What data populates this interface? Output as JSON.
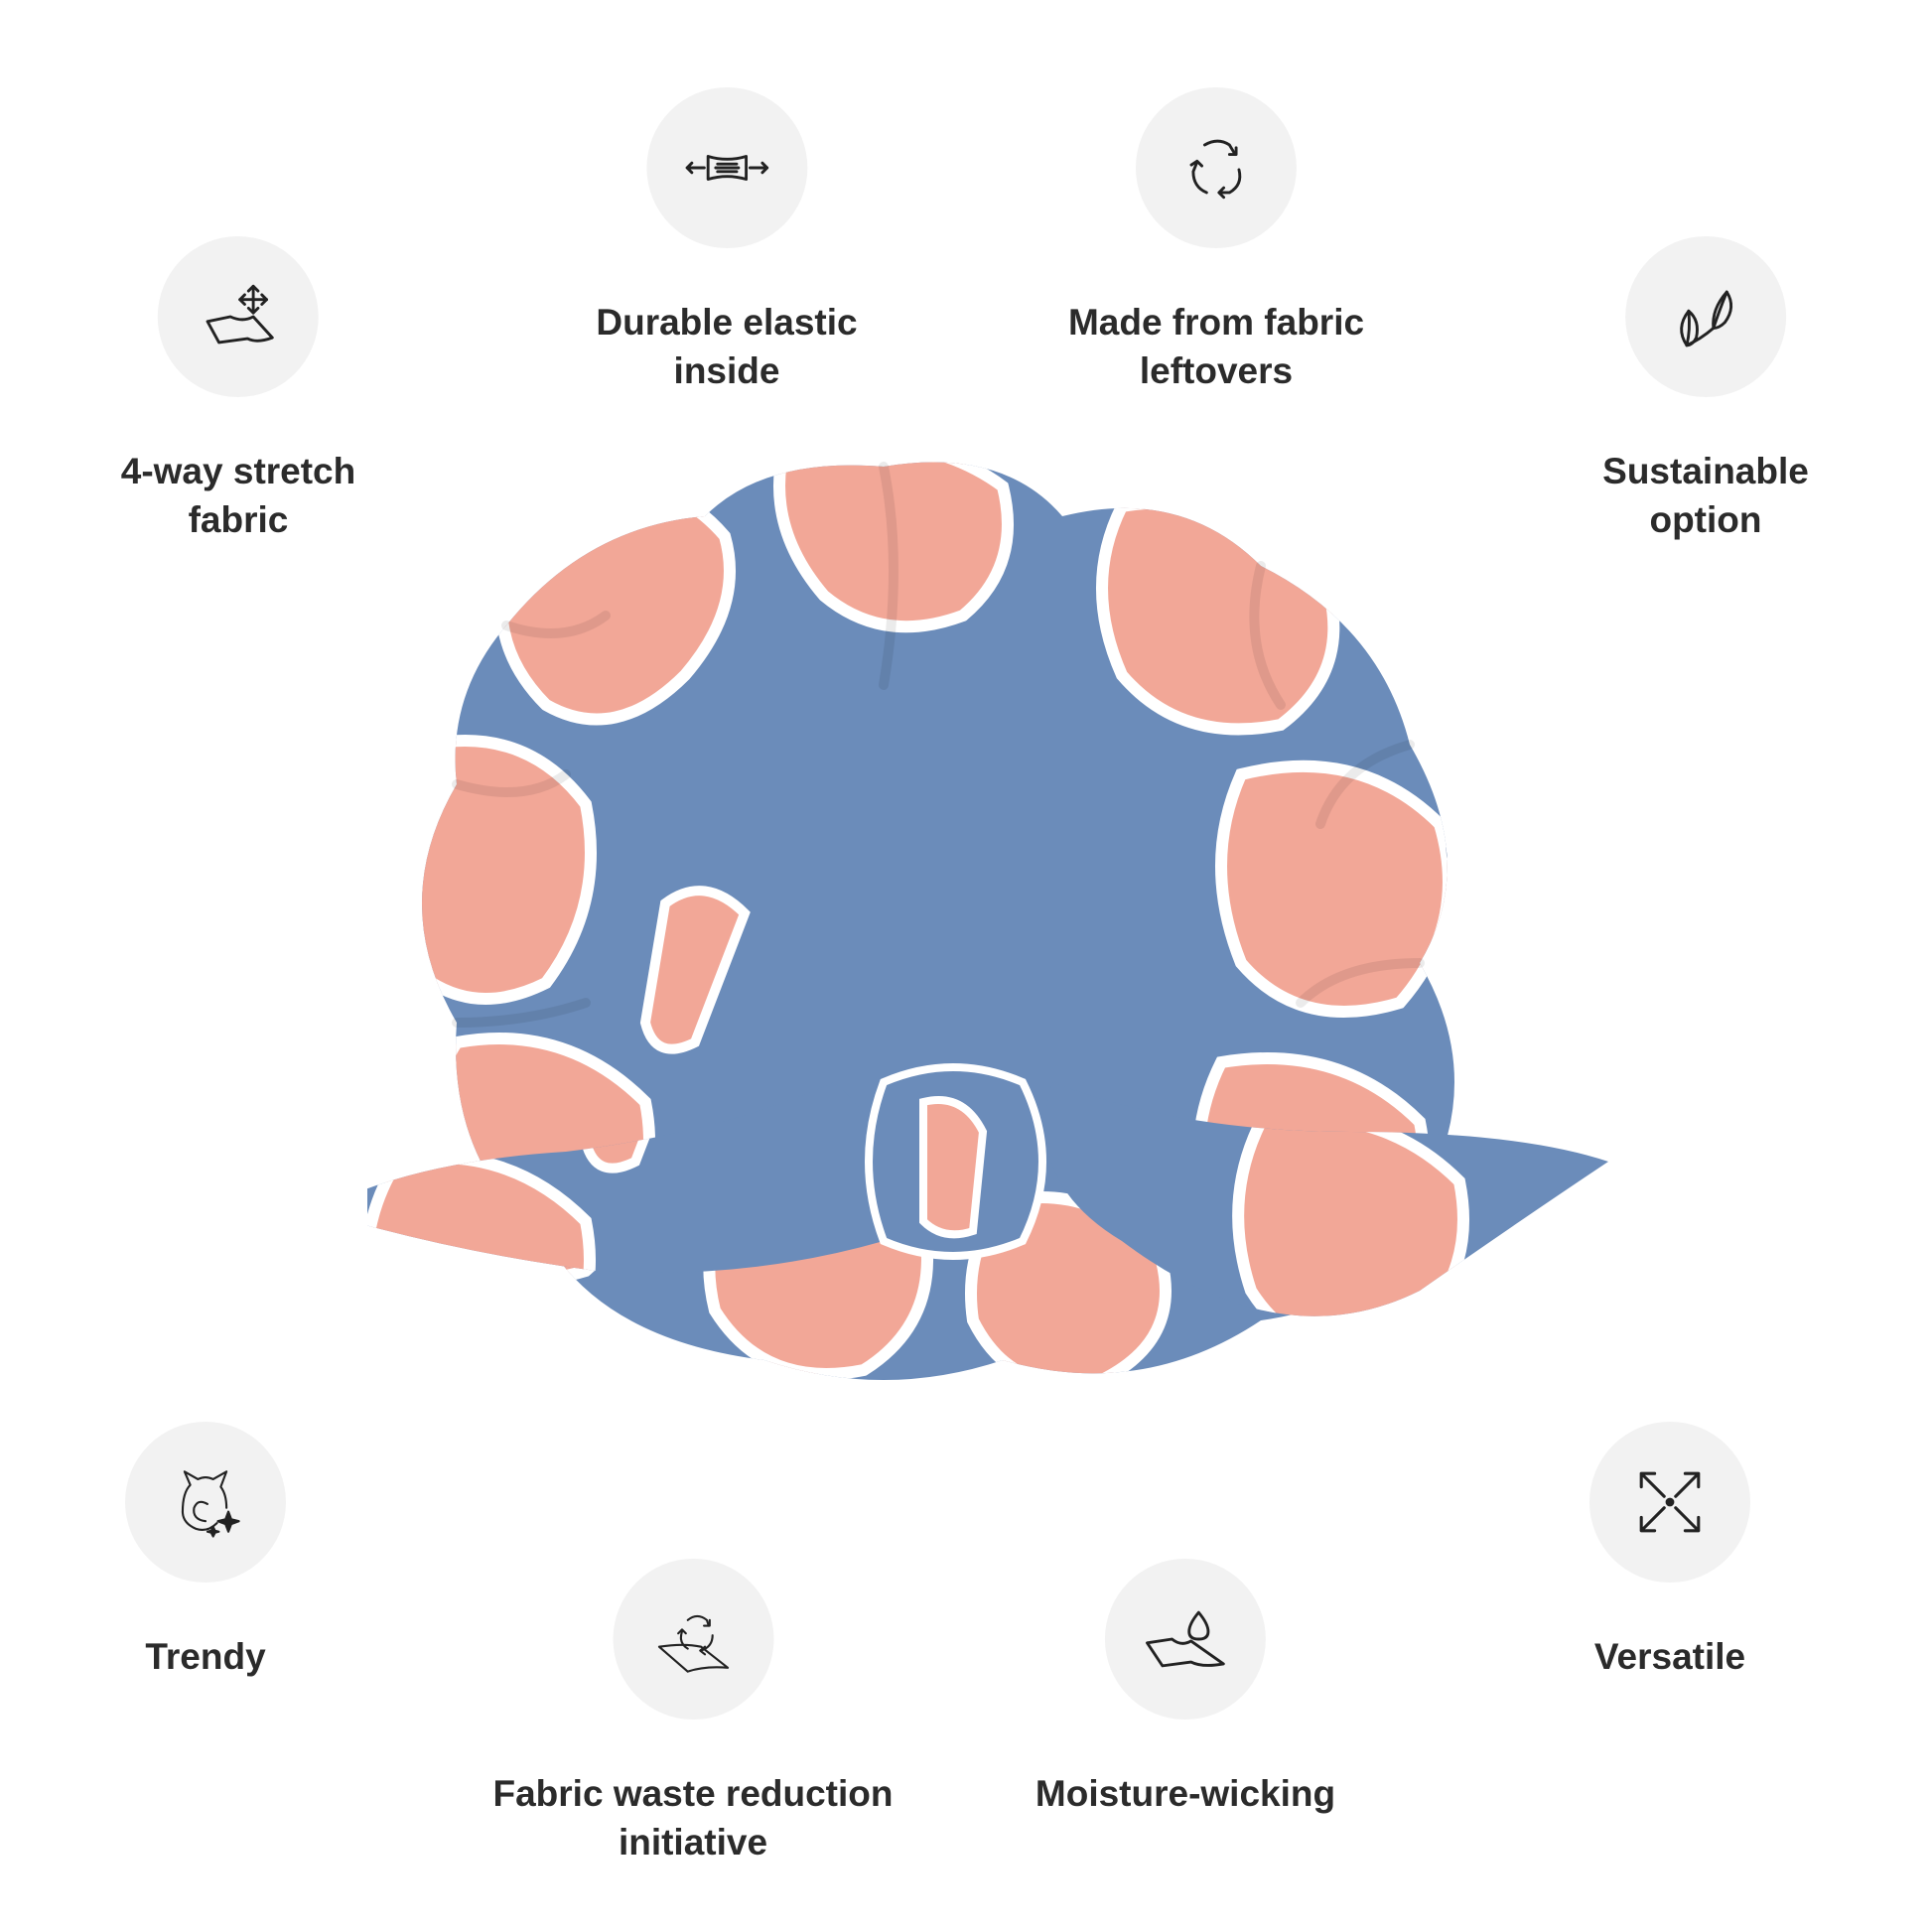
{
  "theme": {
    "circle_bg": "#f2f2f2",
    "label_color": "#2b2b2b",
    "icon_stroke": "#222222",
    "fabric_blue": "#6b8cba",
    "fabric_pink": "#f2a797",
    "fabric_dark": "#3f5f93"
  },
  "features": [
    {
      "id": "stretch",
      "icon": "stretch-fabric-icon",
      "label": "4-way stretch\nfabric"
    },
    {
      "id": "elastic",
      "icon": "elastic-icon",
      "label": "Durable elastic\ninside"
    },
    {
      "id": "leftovers",
      "icon": "recycle-icon",
      "label": "Made from fabric\nleftovers"
    },
    {
      "id": "sustain",
      "icon": "leaves-icon",
      "label": "Sustainable\noption"
    },
    {
      "id": "trendy",
      "icon": "cat-sparkle-icon",
      "label": "Trendy"
    },
    {
      "id": "waste",
      "icon": "fabric-recycle-icon",
      "label": "Fabric waste reduction\ninitiative"
    },
    {
      "id": "moisture",
      "icon": "water-drop-icon",
      "label": "Moisture-wicking"
    },
    {
      "id": "versatile",
      "icon": "expand-arrows-icon",
      "label": "Versatile"
    }
  ]
}
